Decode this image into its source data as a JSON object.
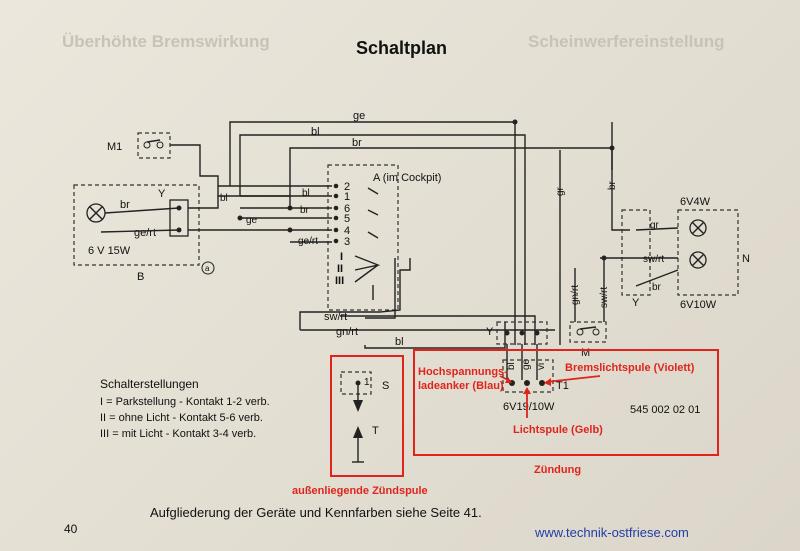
{
  "title": "Schaltplan",
  "watermark": {
    "left_heading": "Überhöhte Bremswirkung",
    "right_heading": "Scheinwerfereinstellung"
  },
  "components": {
    "m1": "M1",
    "b": "B",
    "b_bulb": "6 V 15W",
    "b_y": "Y",
    "b_br": "br",
    "b_gert": "ge/rt",
    "circle_a": "a",
    "a_cockpit": "A (im Cockpit)",
    "a_terminals": [
      "2",
      "1",
      "6",
      "5",
      "4",
      "3"
    ],
    "a_switch_positions": [
      "I",
      "II",
      "III"
    ],
    "right_bulbs": [
      "6V4W",
      "6V10W"
    ],
    "right_n": "N",
    "right_y": "Y",
    "m": "M",
    "ignition": "6V19/10W",
    "t1": "T1",
    "s": "S",
    "s_one": "1",
    "t": "T",
    "code": "545 002 02 01"
  },
  "wires": {
    "ge_top": "ge",
    "bl_top": "bl",
    "br_top": "br",
    "bl_left": "bl",
    "ge_mid": "ge",
    "br_mid": "br",
    "bl_mid": "bl",
    "gert_mid": "ge/rt",
    "swrt_bottom": "sw/rt",
    "gnrt_bottom": "gn/rt",
    "bl_bottom": "bl",
    "gr_vert": "gr",
    "br_vert": "br",
    "gr_right": "gr",
    "swrt_right": "sw/rt",
    "br_right": "br",
    "gnrt_vert": "gn/rt",
    "swrt_vert": "sw/rt",
    "ign_bl": "bl",
    "ign_ge": "ge",
    "ign_vi": "vi"
  },
  "legend": {
    "heading": "Schalterstellungen",
    "rows": [
      "I = Parkstellung - Kontakt 1-2 verb.",
      "II = ohne Licht - Kontakt 5-6 verb.",
      "III = mit Licht - Kontakt 3-4 verb."
    ]
  },
  "annotations": {
    "hochspannung_1": "Hochspannungs-",
    "hochspannung_2": "ladeanker (Blau)",
    "bremslicht": "Bremslichtspule (Violett)",
    "lichtspule": "Lichtspule (Gelb)",
    "zuendung": "Zündung",
    "aussen": "außenliegende Zündspule"
  },
  "caption": "Aufgliederung der Geräte und Kennfarben siehe Seite 41.",
  "page_number": "40",
  "url": "www.technik-ostfriese.com",
  "colors": {
    "annotation": "#e0241c",
    "url": "#1f3ea6"
  }
}
